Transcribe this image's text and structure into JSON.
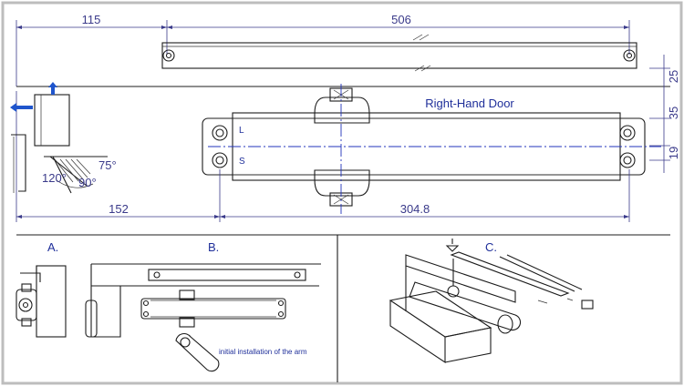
{
  "dimensions": {
    "d115": "115",
    "d506": "506",
    "d25": "25",
    "d35": "35",
    "d19": "19",
    "d152": "152",
    "d304": "304.8"
  },
  "labels": {
    "door": "Right-Hand Door",
    "marker_l": "L",
    "marker_s": "S",
    "angle_a": "120°",
    "angle_b": "90°",
    "angle_c": "75°",
    "section_a": "A.",
    "section_b": "B.",
    "section_c": "C.",
    "arm_note": "initial installation of the arm"
  },
  "colors": {
    "line": "#1c1c1c",
    "label": "#1f2f9a",
    "dimension": "#3a3a8a",
    "axis": "#2233bb",
    "frame": "#bdbdbd"
  }
}
